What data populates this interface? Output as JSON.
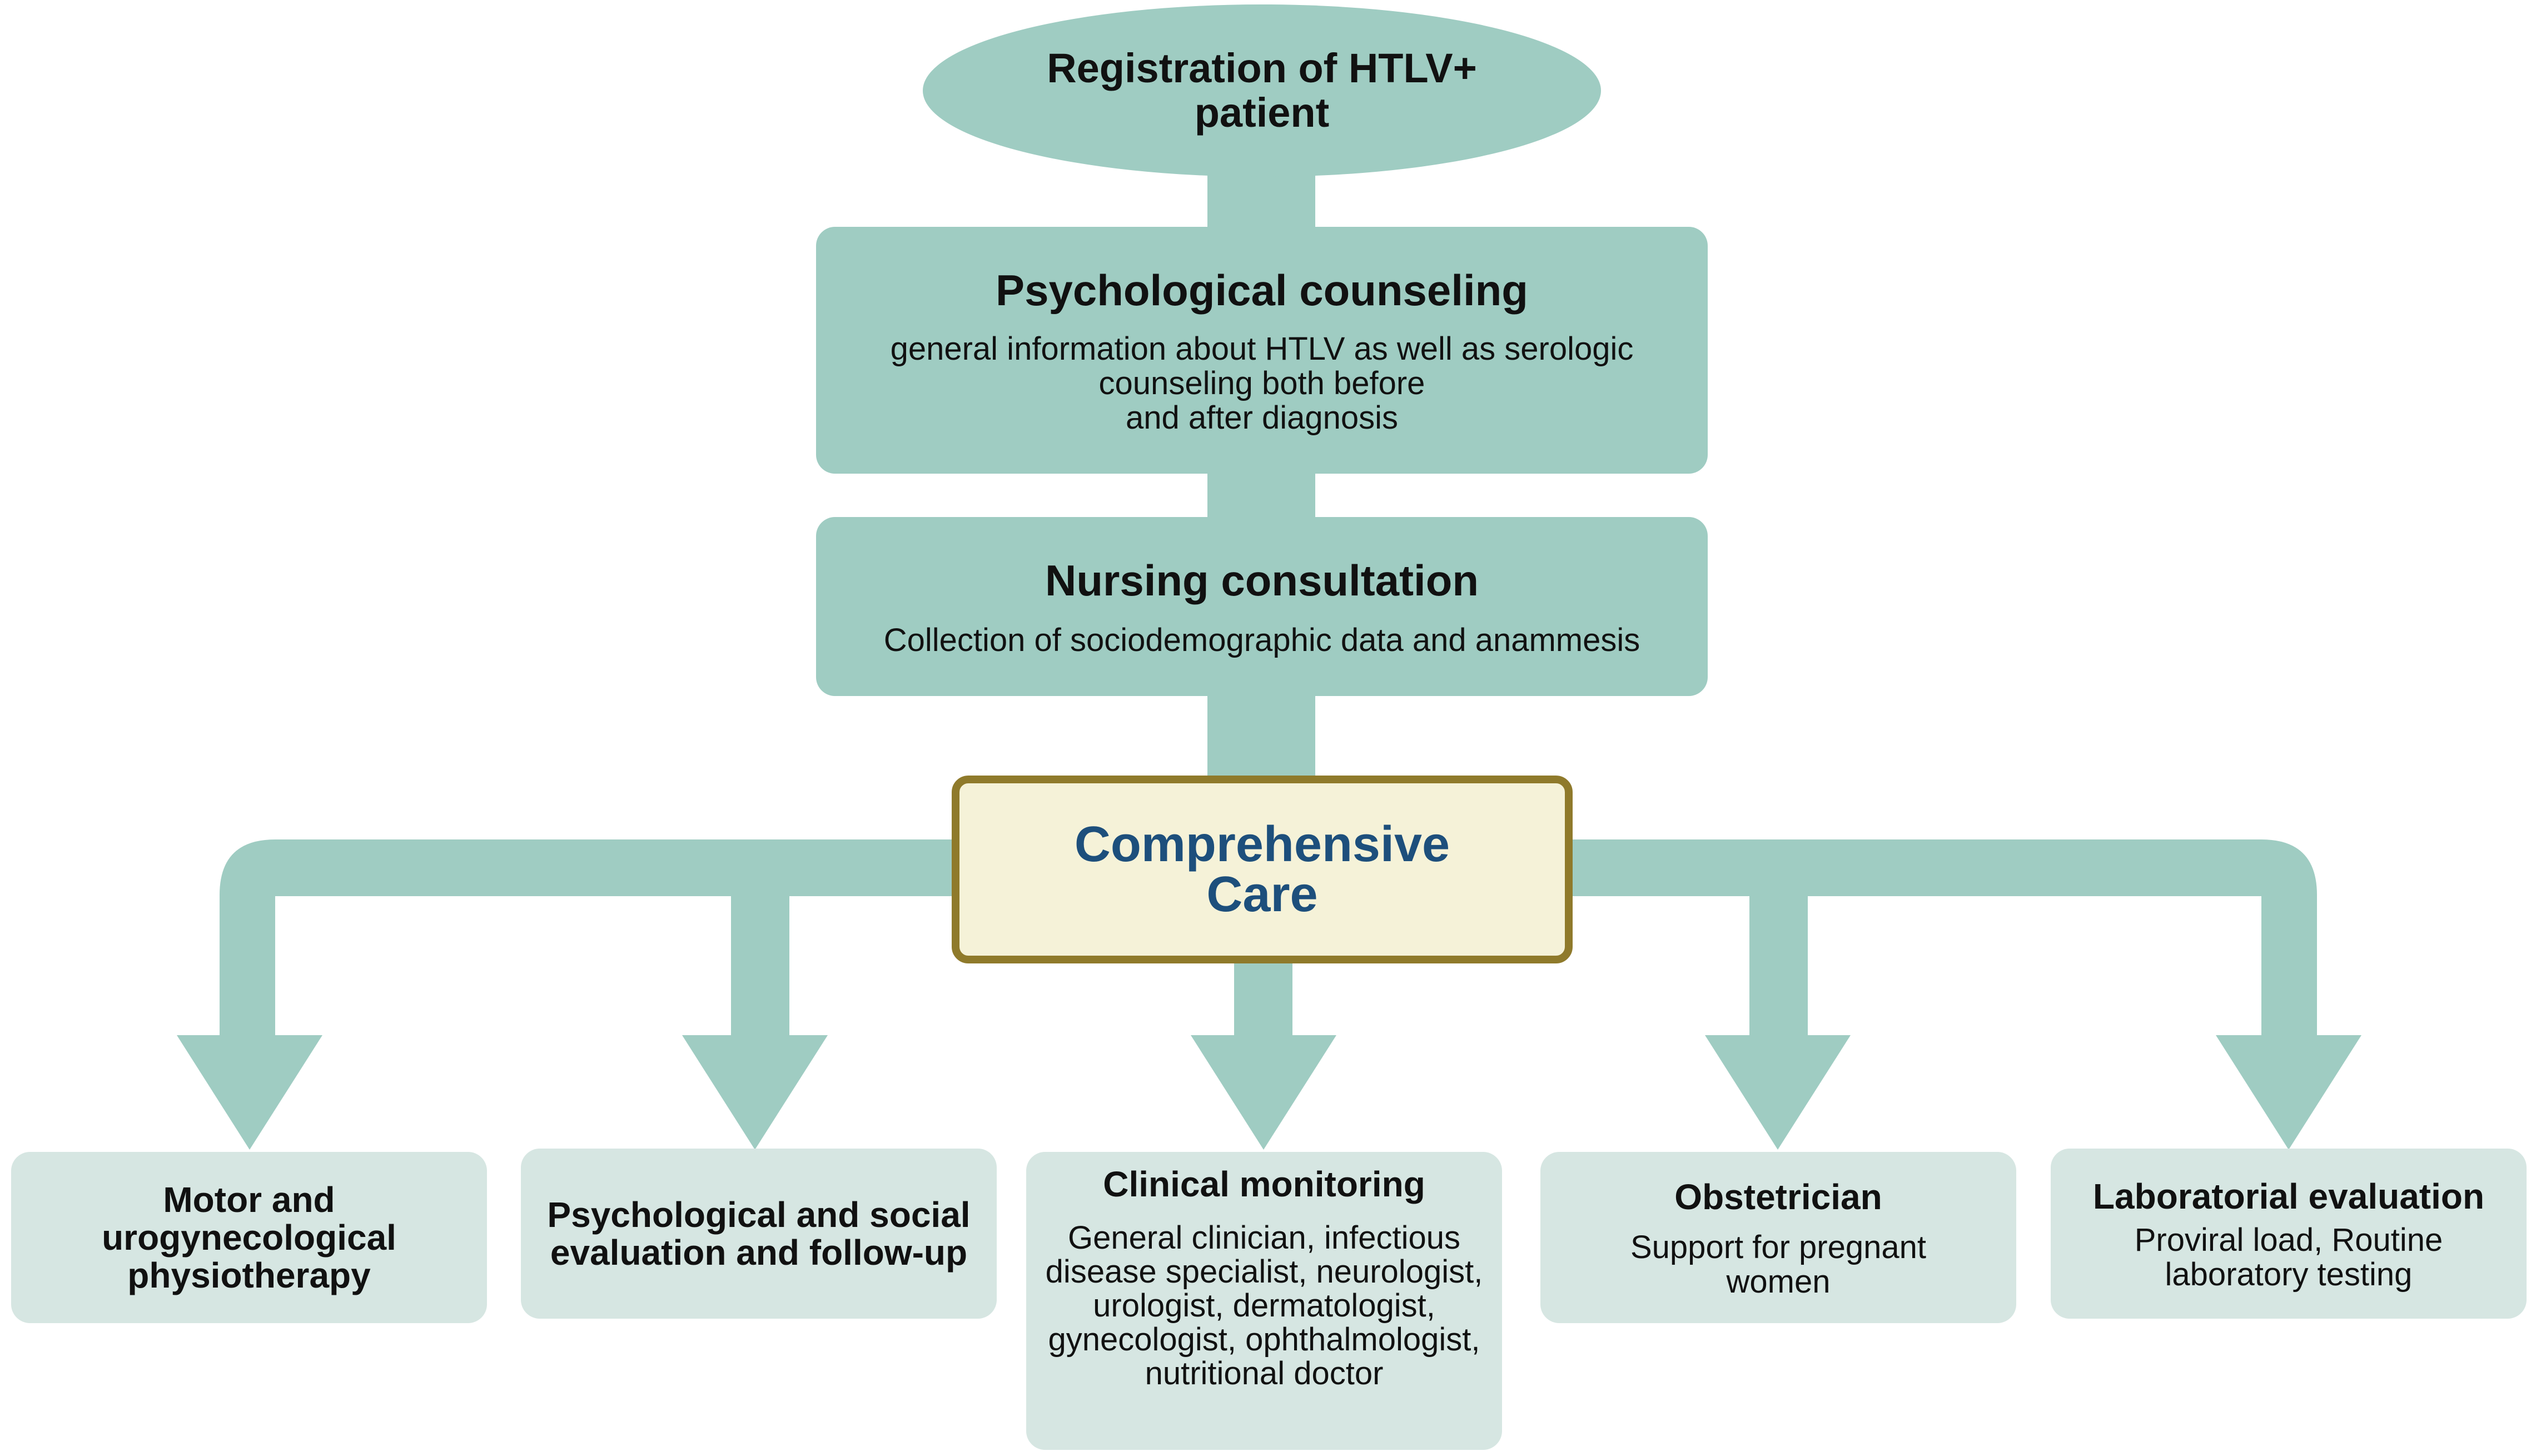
{
  "diagram": {
    "start": {
      "title": "Registration of HTLV+ patient"
    },
    "psych_counseling": {
      "title": "Psychological counseling",
      "desc_lines": [
        "general information about HTLV as well as serologic",
        "counseling both before",
        "and after diagnosis"
      ]
    },
    "nursing": {
      "title": "Nursing consultation",
      "desc": "Collection of sociodemographic data and anammesis"
    },
    "center": {
      "title": "Comprehensive Care"
    },
    "branches": [
      {
        "title": "Motor and urogynecological physiotherapy",
        "desc": ""
      },
      {
        "title": "Psychological and social evaluation and follow-up",
        "desc": ""
      },
      {
        "title": "Clinical monitoring",
        "desc": "General clinician, infectious disease specialist, neurologist, urologist, dermatologist, gynecologist, ophthalmologist, nutritional doctor"
      },
      {
        "title": "Obstetrician",
        "desc": "Support for pregnant women"
      },
      {
        "title": "Laboratorial evaluation",
        "desc": "Proviral load, Routine laboratory testing"
      }
    ],
    "colors": {
      "node_dark": "#9fccc2",
      "node_light": "#d6e6e2",
      "center_fill": "#f5f2d8",
      "center_border": "#8f7a2b",
      "center_text": "#1d4f7c"
    }
  }
}
